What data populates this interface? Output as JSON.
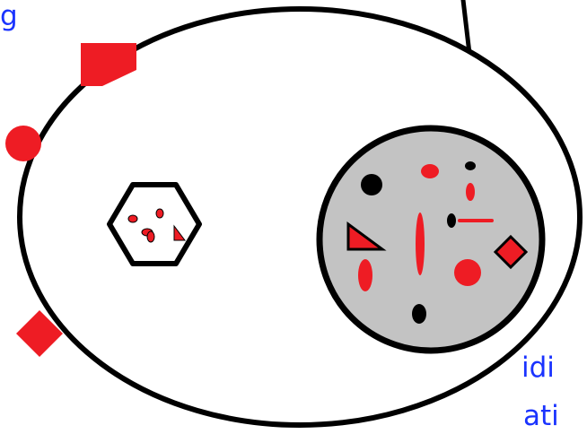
{
  "labels": {
    "top_left_fragment": "g",
    "lower_right_fragment_1": "idi",
    "lower_right_fragment_2": "ati"
  },
  "colors": {
    "text_blue": "#1a33ff",
    "outline_black": "#000000",
    "accent_red": "#ee1c24",
    "inner_gray": "#c3c3c3",
    "background": "#ffffff"
  },
  "shapes": {
    "outer_container": "large-ellipse",
    "inner_container": "gray-circle",
    "small_container": "hexagon",
    "marker_types": [
      "circle",
      "ellipse",
      "triangle",
      "diamond",
      "square",
      "line"
    ]
  }
}
